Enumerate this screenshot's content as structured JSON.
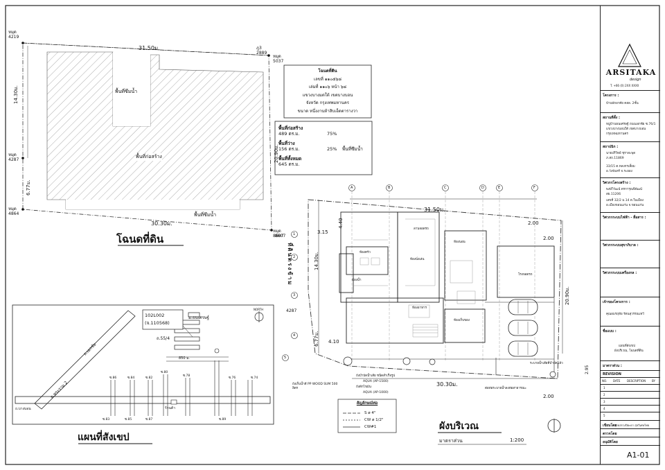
{
  "deed": {
    "title": "โฉนดที่ดิน",
    "corners": {
      "nw": [
        "หมุด",
        "4219"
      ],
      "ne1": [
        "ภู3",
        "2889"
      ],
      "ne2": [
        "หมุด",
        "5037"
      ],
      "w": [
        "หมุด",
        "4287"
      ],
      "sw": [
        "หมุด",
        "4864"
      ],
      "se": [
        "หมุด",
        "8607"
      ]
    },
    "dims": {
      "top": "31.50ม.",
      "bottom": "30.30ม.",
      "left_upper": "14.30ม.",
      "left_lower": "6.77ม.",
      "right": "20.90ม."
    },
    "areas": {
      "green_top": "พื้นที่ซึมน้ำ",
      "built": "พื้นที่ก่อสร้าง",
      "green_bottom": "พื้นที่ซึมน้ำ"
    },
    "info_box": [
      "โฉนดที่ดิน",
      "เลขที่ ๑๑๐๕๖๘",
      "เล่มที่ ๑๑๐๖ หน้า ๖๘",
      "แขวงบางมดใต้ เขตบางบอน",
      "จังหวัด กรุงเทพมหานคร",
      "ขนาด หนึ่งงานห้าสิบเอ็ดตารางวา"
    ],
    "area_table": [
      {
        "label": "พื้นที่ก่อสร้าง",
        "value": "489 ตร.ม.",
        "pct": "75%",
        "note": ""
      },
      {
        "label": "พื้นที่ว่าง",
        "value": "156 ตร.ม.",
        "pct": "25%",
        "note": "พื้นที่ซึมน้ำ"
      },
      {
        "label": "พื้นที่ทั้งหมด",
        "value": "645 ตร.ม.",
        "pct": "",
        "note": ""
      }
    ]
  },
  "location_map": {
    "title": "แผนที่สังเขป",
    "callout": [
      "102L002",
      "(จ.110568)"
    ],
    "plot_label": "ถ.55/4",
    "road1": "ถ.พระราม 2",
    "road2": "ถ.เอกชัย",
    "road3": "ถ.บางบอน",
    "soi": "ม.ธนเศรษฐ์",
    "dist": "850 ม.",
    "shop": "ร้านค้า",
    "north": "NORTH",
    "sois": [
      "ซ.86",
      "ซ.84",
      "ซ.82",
      "ซ.80",
      "ซ.78",
      "ซ.76",
      "ซ.74",
      "ซ.83",
      "ซ.85",
      "ซ.87",
      "ซ.89"
    ]
  },
  "site_plan": {
    "title": "ผังบริเวณ",
    "scale_label": "มาตราส่วน",
    "scale_value": "1:200",
    "grid_cols": [
      "A",
      "B",
      "C",
      "D",
      "E",
      "F"
    ],
    "grid_rows": [
      "1",
      "2",
      "3",
      "4",
      "5"
    ],
    "dims": {
      "top": "31.50ม.",
      "bottom": "30.30ม.",
      "left_upper": "14.30ม.",
      "left_lower": "6.77ม.",
      "right": "20.90ม.",
      "setback_a": "3.15",
      "setback_b": "4.40",
      "setback_c": "4.10",
      "setback_d": "2.00",
      "setback_e": "2.00",
      "setback_f": "2.00",
      "setback_g": "2.95"
    },
    "corners": {
      "top_right": "8607",
      "left": "4287"
    },
    "side_text": "ที่ดินตรงข้าม",
    "rooms": [
      "ลานจอดรถ",
      "ห้องนั่งเล่น",
      "ห้องอาหาร",
      "ห้องครัว",
      "ห้องน้ำ",
      "ห้องนอน",
      "โรงจอดรถ",
      "ห้องเก็บของ"
    ],
    "notes": [
      "ถังบำบัดน้ำเสีย ชนิดสำเร็จรูป",
      "ถังดักไขมัน",
      "AQUA (AP-1500)",
      "ถังเก็บน้ำดี PP WOOD SUM 500 ลิตร",
      "AQUA (AP-1000)",
      "ต่อท่อระบายน้ำลงท่อสาธารณะ",
      "ระบายน้ำเสียที่บำบัดแล้ว"
    ],
    "legend_title": "สัญลักษณ์ท่อ",
    "legend": [
      "S ø 4\"",
      "CW ø 1/2\"",
      "CW#1"
    ]
  },
  "title_block": {
    "logo": "ARSITAKA",
    "logo_sub": "design",
    "contact": "T. +66 (0) 2XX XXXX",
    "rows": [
      {
        "label": "โครงการ :",
        "lines": [
          "บ้านพักอาศัย คสล. 2ชั้น"
        ]
      },
      {
        "label": "สถานที่ตั้ง :",
        "lines": [
          "หมู่บ้านธนเศรษฐ์ ถนนเอกชัย ซ.76/1",
          "แขวงบางบอนใต้ เขตบางบอน",
          "กรุงเทพมหานคร"
        ]
      },
      {
        "label": "สถาปนิก :",
        "lines": [
          "นายปริวิทย์ ชุราสะพุด",
          "ภ.สถ.11869",
          "33/15 ต.หลงกรเลี้ยม",
          "อ.วังจันทร์ จ.ระยอง"
        ]
      },
      {
        "label": "วิศวกรโครงสร้าง :",
        "lines": [
          "พงษ์วิวัฒน์ ตรการุณพิพัฒน์",
          "สย.11206",
          "เลขที่ 32/2 ม.14 ต.ในเมือง",
          "อ.เมืองขอนแก่น จ.ขอนแก่น"
        ]
      },
      {
        "label": "วิศวกรระบบไฟฟ้า - สื่อสาร :",
        "lines": []
      },
      {
        "label": "วิศวกรระบบสุขาภิบาล :",
        "lines": []
      },
      {
        "label": "วิศวกรระบบเครื่องกล :",
        "lines": []
      },
      {
        "label": "เจ้าของโครงการ :",
        "lines": [
          "คุณอมรฤทัย รัตนสุวรรณเทวี"
        ]
      },
      {
        "label": "ชื่อแบบ :",
        "lines": [
          "แผนที่สังเขป",
          "ผังบริเวณ, โฉนดที่ดิน"
        ]
      },
      {
        "label": "มาตราส่วน :",
        "lines": []
      }
    ],
    "revision_label": "REVISION",
    "rev_headers": [
      "NO.",
      "DATE",
      "DESCRIPTION",
      "BY"
    ],
    "rev_rows": [
      "1",
      "2",
      "3",
      "4",
      "5"
    ],
    "drawn_label": "เขียนโดย",
    "drawn_by": "นายสรวงปิยะดา สุขวิเศษไทย",
    "checked_label": "ตรวจโดย",
    "approved_label": "อนุมัติโดย",
    "sheet_no": "A1-01"
  }
}
